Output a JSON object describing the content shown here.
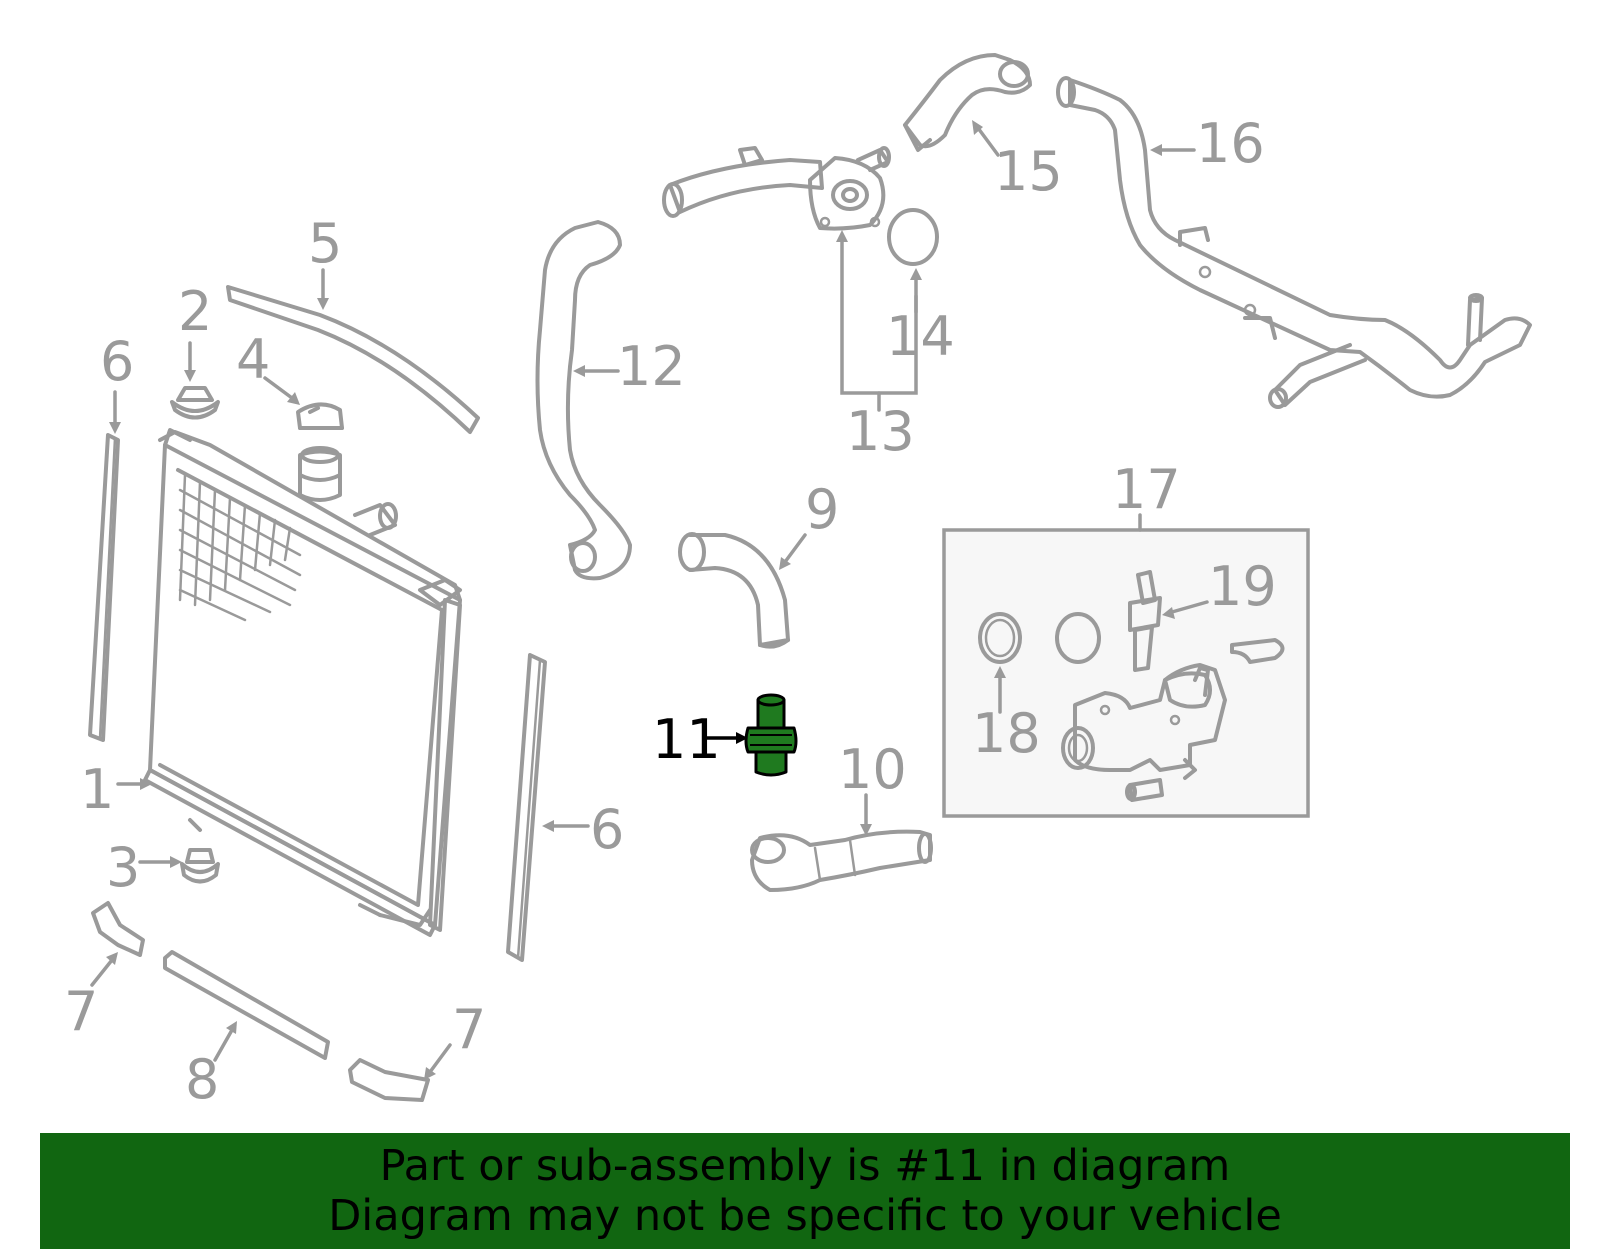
{
  "diagram": {
    "callouts": {
      "c1": "1",
      "c2": "2",
      "c3": "3",
      "c4": "4",
      "c5": "5",
      "c6a": "6",
      "c6b": "6",
      "c7a": "7",
      "c7b": "7",
      "c8": "8",
      "c9": "9",
      "c10": "10",
      "c11": "11",
      "c12": "12",
      "c13": "13",
      "c14": "14",
      "c15": "15",
      "c16": "16",
      "c17": "17",
      "c18": "18",
      "c19": "19"
    },
    "highlighted_part": "11",
    "colors": {
      "line": "#9a9a9a",
      "highlight": "#1f7a1f",
      "banner": "#116611",
      "kit_fill": "#f7f7f7"
    }
  },
  "banner": {
    "line1": "Part or sub-assembly is #11 in diagram",
    "line2": "Diagram may not be specific to your vehicle"
  }
}
